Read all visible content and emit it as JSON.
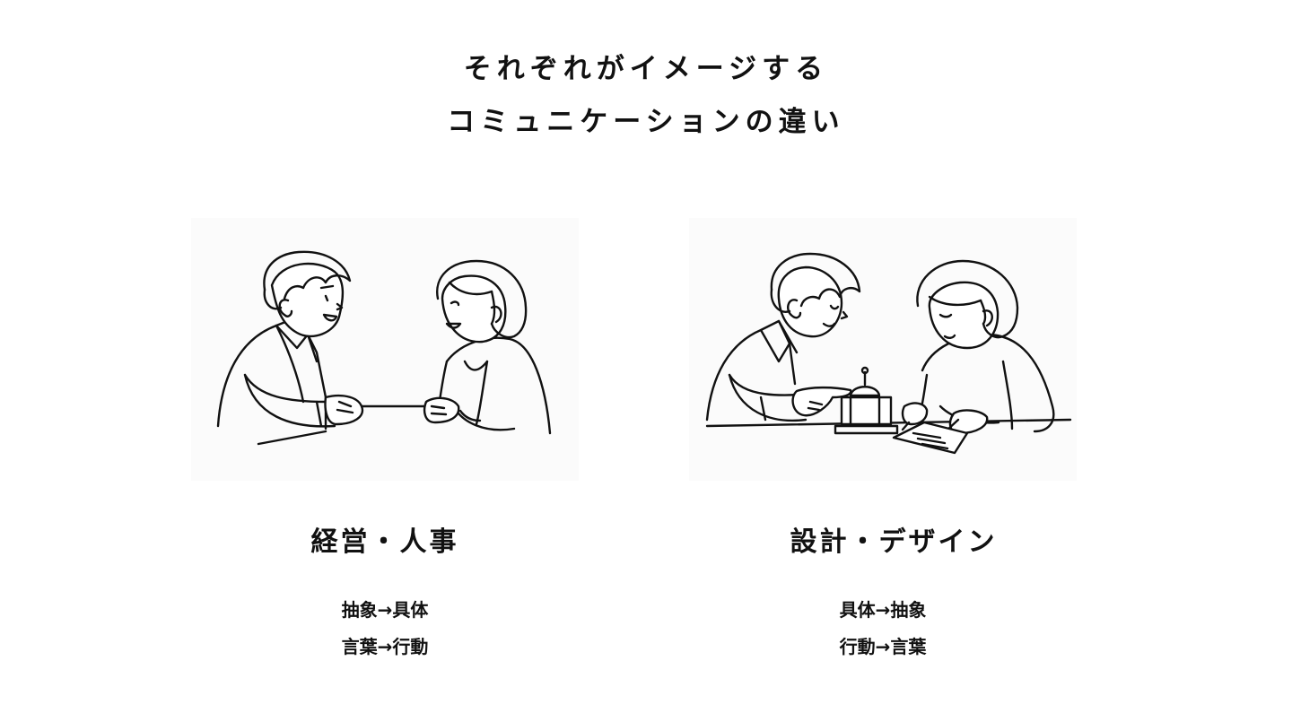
{
  "title": {
    "line1": "それぞれがイメージする",
    "line2": "コミュニケーションの違い"
  },
  "left": {
    "heading": "経営・人事",
    "lines": [
      "抽象→具体",
      "言葉→行動"
    ],
    "illustration_icon": "two-people-talking-at-table-illustration"
  },
  "right": {
    "heading": "設計・デザイン",
    "lines": [
      "具体→抽象",
      "行動→言葉"
    ],
    "illustration_icon": "two-people-working-with-model-and-paper-illustration"
  }
}
